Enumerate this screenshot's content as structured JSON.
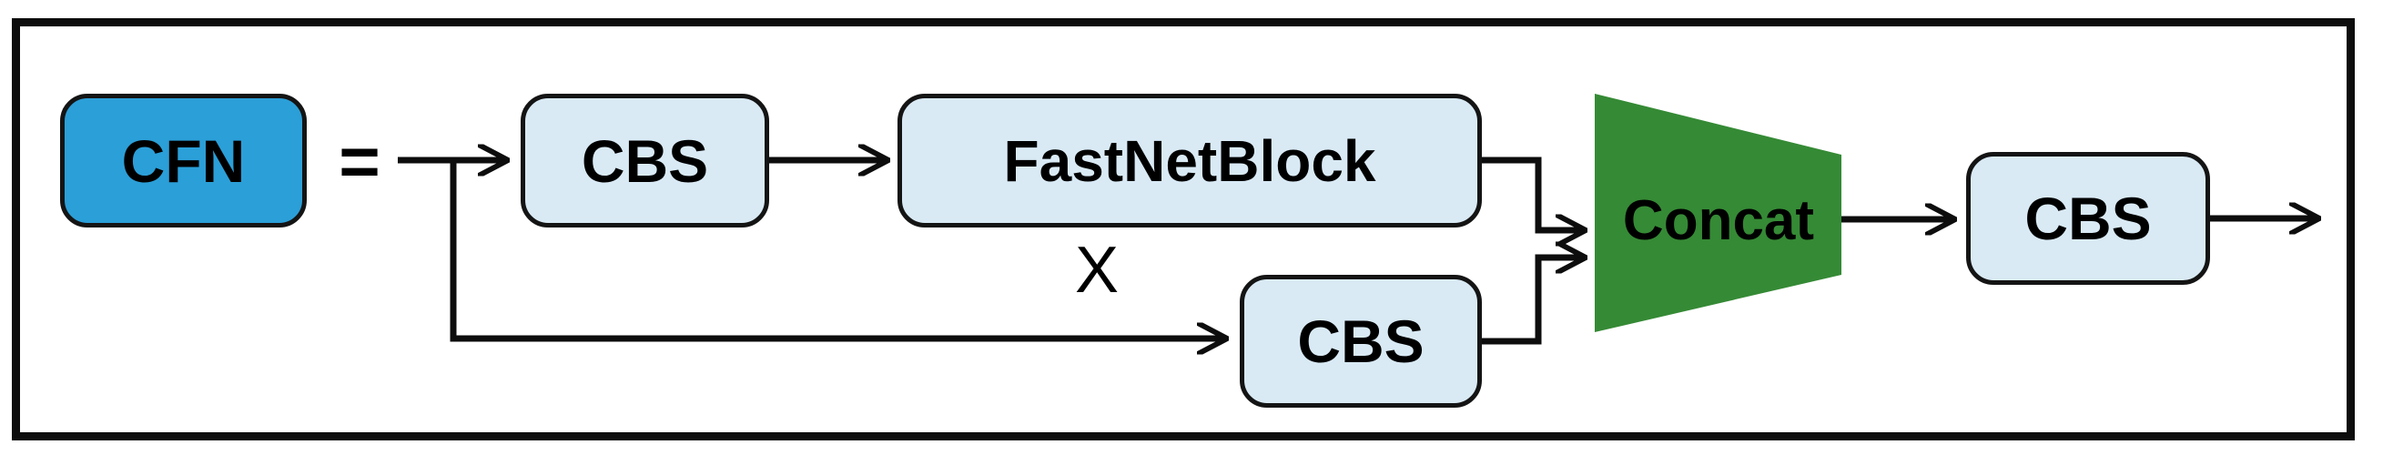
{
  "diagram": {
    "kind": "block-diagram",
    "description_visible_text_only": true,
    "nodes": {
      "cfn": {
        "label": "CFN",
        "shape": "rounded-rect",
        "fill": "#2b9fd8"
      },
      "cbs_top": {
        "label": "CBS",
        "shape": "rounded-rect",
        "fill": "#d9eaf5"
      },
      "fastnetblock": {
        "label": "FastNetBlock",
        "shape": "rounded-rect",
        "fill": "#d9eaf5"
      },
      "cbs_skip": {
        "label": "CBS",
        "shape": "rounded-rect",
        "fill": "#d9eaf5"
      },
      "concat": {
        "label": "Concat",
        "shape": "trapezoid-funnel",
        "fill": "#358a35"
      },
      "cbs_out": {
        "label": "CBS",
        "shape": "rounded-rect",
        "fill": "#d9eaf5"
      }
    },
    "annotations": {
      "equals_sign": "=",
      "repeat_multiplier": "X"
    },
    "colors": {
      "cfn_fill": "#2b9fd8",
      "block_fill": "#d9eaf5",
      "block_border": "#141414",
      "concat_fill": "#358a35",
      "wire": "#0d0d0d",
      "background": "#ffffff"
    }
  }
}
